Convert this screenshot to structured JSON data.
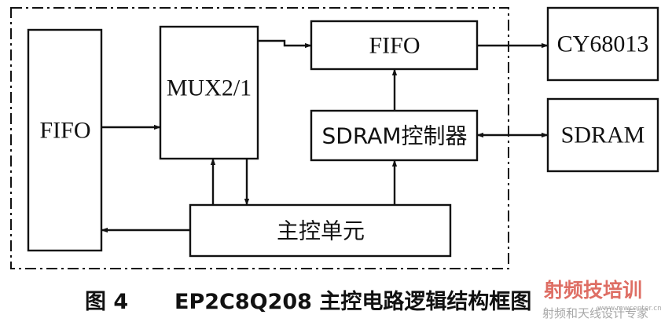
{
  "blocks": {
    "fifo_in": "FIFO",
    "mux": "MUX2/1",
    "fifo_out": "FIFO",
    "sdram_ctrl": "SDRAM控制器",
    "main_ctrl": "主控单元",
    "cy68013": "CY68013",
    "sdram": "SDRAM"
  },
  "caption": {
    "figure_no": "图 4",
    "title": "EP2C8Q208 主控电路逻辑结构框图"
  },
  "watermark": {
    "logo_text": "射频技培训",
    "slogan": "射频和天线设计专家",
    "url": "www.mwcenter.cn"
  },
  "colors": {
    "ink": "#111111",
    "watermark_red": "#d9554a",
    "watermark_gray": "#9a9a9a"
  }
}
